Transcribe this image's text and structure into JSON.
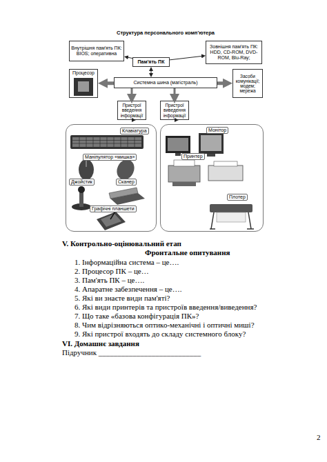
{
  "diagram": {
    "title": "Структура персонального комп'ютера",
    "nodes": [
      {
        "text": [
          "Внутрішня пам'ять ПК: BIOS; оперативна"
        ]
      },
      {
        "text": [
          "Зовнішня пам'ять ПК: HDD, CD-ROM, DVD-ROM, Blu-Ray;"
        ]
      },
      {
        "text": [
          "Пам'ять ПК"
        ]
      },
      {
        "text": [
          "Процесор"
        ]
      },
      {
        "text": [
          "Системна шина (магістраль)"
        ]
      },
      {
        "text": [
          "Засоби комунікації; модем; мережа"
        ]
      },
      {
        "text": [
          "Пристрої введення інформації"
        ]
      },
      {
        "text": [
          "Пристрої виведення інформації"
        ]
      },
      {
        "text": [
          "Клавіатура",
          "Маніпулятор «мишка»",
          "Джойстик",
          "Сканер",
          "Графічні планшети"
        ]
      },
      {
        "text": [
          "Монітор",
          "Принтер",
          "Плотер"
        ]
      }
    ],
    "edges": [
      {
        "from": 2,
        "to": 0,
        "arrow": "to"
      },
      {
        "from": 2,
        "to": 1,
        "arrow": "to"
      },
      {
        "from": 2,
        "to": 4,
        "arrow": "both"
      },
      {
        "from": 4,
        "to": 3,
        "arrow": "to"
      },
      {
        "from": 4,
        "to": 5,
        "arrow": "to"
      },
      {
        "from": 4,
        "to": 6,
        "arrow": "to"
      },
      {
        "from": 4,
        "to": 7,
        "arrow": "to"
      },
      {
        "from": 6,
        "to": 8,
        "arrow": "to"
      },
      {
        "from": 7,
        "to": 9,
        "arrow": "to"
      }
    ],
    "labels": [
      "V. Контрольно-оцінювальний етап",
      "Фронтальне опитування",
      "1. Інформаційна система – це….",
      "2. Процесор ПК – це…",
      "3. Пам'ять ПК – це….",
      "4. Апаратне забезпечення – це….",
      "5. Які ви знаєте види пам'яті?",
      "6. Які види принтерів та пристроїв введення/виведення?",
      "7. Що таке «базова конфігурація ПК»?",
      "8. Чим відрізняються оптико-механічні і оптичні миші?",
      "9. Які пристрої входять до складу системного блоку?",
      "VI. Домашнє завдання",
      "Підручник ___________________________",
      "2"
    ]
  }
}
